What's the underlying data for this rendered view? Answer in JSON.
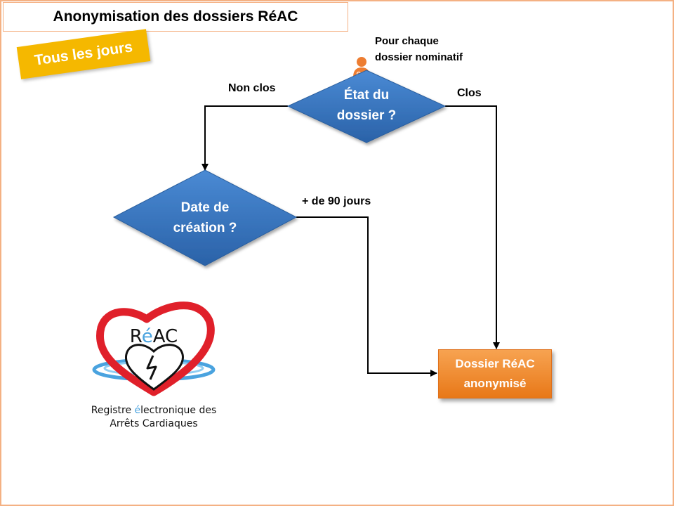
{
  "title": "Anonymisation des dossiers RéAC",
  "badge": "Tous les jours",
  "actor_label_line1": "Pour chaque",
  "actor_label_line2": "dossier nominatif",
  "decision1": {
    "line1": "État du",
    "line2": "dossier ?"
  },
  "decision2": {
    "line1": "Date de",
    "line2": "création ?"
  },
  "edges": {
    "non_clos": "Non clos",
    "clos": "Clos",
    "plus_90": "+ de 90 jours"
  },
  "result": {
    "line1": "Dossier RéAC",
    "line2": "anonymisé"
  },
  "logo": {
    "name_prefix": "R",
    "name_accent": "é",
    "name_suffix": "AC",
    "caption_line1_a": "Registre ",
    "caption_line1_accent": "é",
    "caption_line1_b": "lectronique des",
    "caption_line2": "Arrêts Cardiaques"
  },
  "colors": {
    "diamond_blue": "#2e6eb8",
    "result_orange": "#ed7d31",
    "badge_yellow": "#f5b800",
    "border_orange": "#f4b183",
    "logo_red": "#e0202a",
    "logo_blue": "#4aa3df"
  }
}
